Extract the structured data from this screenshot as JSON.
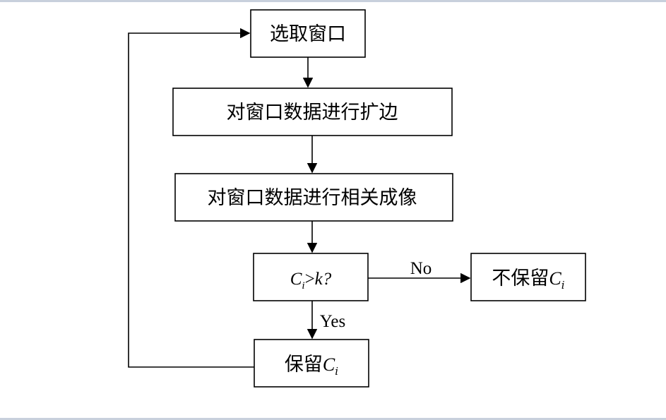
{
  "flowchart": {
    "nodes": {
      "select_window": "选取窗口",
      "expand_edges": "对窗口数据进行扩边",
      "correlation_imaging": "对窗口数据进行相关成像",
      "decision": {
        "symbol": "C",
        "subscript": "i",
        "operator": ">",
        "threshold": "k?"
      },
      "discard": {
        "prefix": "不保留",
        "symbol": "C",
        "subscript": "i"
      },
      "keep": {
        "prefix": "保留",
        "symbol": "C",
        "subscript": "i"
      }
    },
    "edges": {
      "no_label": "No",
      "yes_label": "Yes"
    }
  }
}
